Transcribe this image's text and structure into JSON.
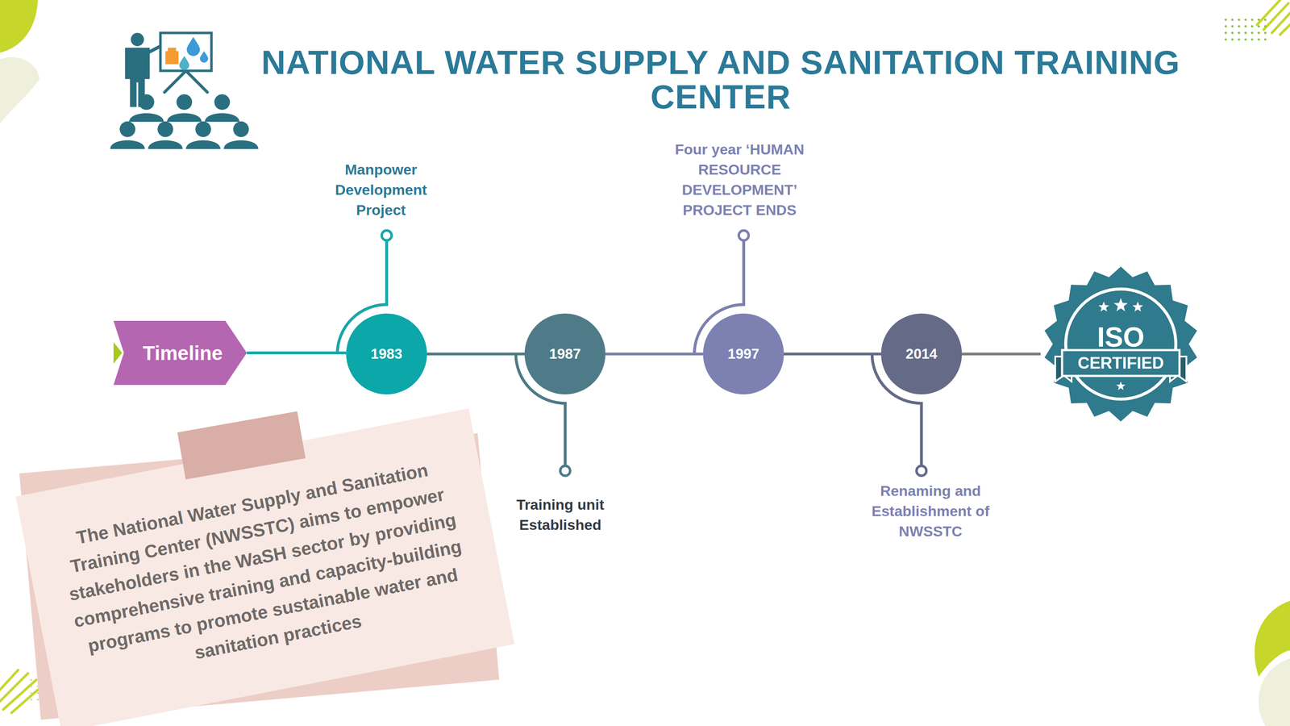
{
  "diagram": {
    "title": "NATIONAL WATER SUPPLY AND SANITATION TRAINING CENTER",
    "nodes": [
      {
        "text": [
          "Timeline"
        ]
      },
      {
        "text": [
          "1983"
        ]
      },
      {
        "text": [
          "1987"
        ]
      },
      {
        "text": [
          "1997"
        ]
      },
      {
        "text": [
          "2014"
        ]
      },
      {
        "text": [
          "ISO",
          "CERTIFIED"
        ]
      },
      {
        "text": [
          "The National Water Supply and Sanitation Training Center (NWSSTC) aims to empower stakeholders in the WaSH sector by providing comprehensive training and capacity-building programs to promote sustainable water and sanitation practices"
        ]
      }
    ],
    "edges": [
      {
        "from": 0,
        "to": 1,
        "arrow": "none"
      },
      {
        "from": 1,
        "to": 2,
        "arrow": "none"
      },
      {
        "from": 2,
        "to": 3,
        "arrow": "none"
      },
      {
        "from": 3,
        "to": 4,
        "arrow": "none"
      },
      {
        "from": 4,
        "to": 5,
        "arrow": "none"
      }
    ],
    "labels": [
      "Manpower Development Project",
      "Four year ‘HUMAN RESOURCE DEVELOPMENT’ PROJECT ENDS",
      "Training unit Established",
      "Renaming and Establishment of NWSSTC"
    ]
  }
}
